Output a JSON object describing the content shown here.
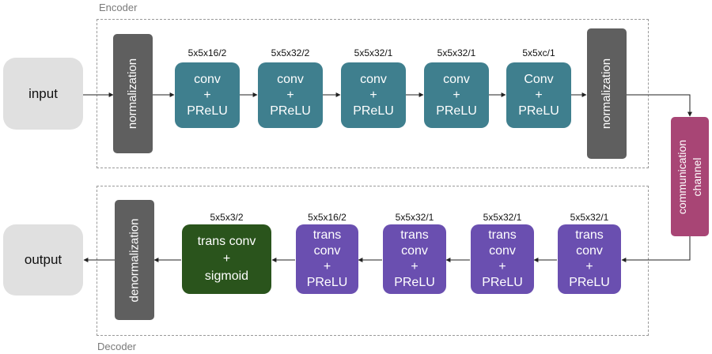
{
  "encoder": {
    "label": "Encoder",
    "input_label": "input",
    "norm_start": "normalization",
    "blocks": [
      {
        "dims": "5x5x16/2",
        "l1": "conv",
        "l2": "+",
        "l3": "PReLU"
      },
      {
        "dims": "5x5x32/2",
        "l1": "conv",
        "l2": "+",
        "l3": "PReLU"
      },
      {
        "dims": "5x5x32/1",
        "l1": "conv",
        "l2": "+",
        "l3": "PReLU"
      },
      {
        "dims": "5x5x32/1",
        "l1": "conv",
        "l2": "+",
        "l3": "PReLU"
      },
      {
        "dims": "5x5xc/1",
        "l1": "Conv",
        "l2": "+",
        "l3": "PReLU"
      }
    ],
    "norm_end": "normalization"
  },
  "channel": {
    "line1": "communication",
    "line2": "channel"
  },
  "decoder": {
    "label": "Decoder",
    "output_label": "output",
    "denorm": "denormalization",
    "blocks": [
      {
        "dims": "5x5x3/2",
        "l1": "trans conv",
        "l2": "+",
        "l3": "sigmoid"
      },
      {
        "dims": "5x5x16/2",
        "l1": "trans",
        "l2": "conv",
        "l3": "+",
        "l4": "PReLU"
      },
      {
        "dims": "5x5x32/1",
        "l1": "trans",
        "l2": "conv",
        "l3": "+",
        "l4": "PReLU"
      },
      {
        "dims": "5x5x32/1",
        "l1": "trans",
        "l2": "conv",
        "l3": "+",
        "l4": "PReLU"
      },
      {
        "dims": "5x5x32/1",
        "l1": "trans",
        "l2": "conv",
        "l3": "+",
        "l4": "PReLU"
      }
    ]
  },
  "colors": {
    "encoder_block": "#3f7f8e",
    "decoder_block": "#6a4fb0",
    "sigmoid_block": "#2a541c",
    "channel": "#a84575",
    "normalization": "#5f5f5f",
    "io": "#e0e0e0"
  }
}
